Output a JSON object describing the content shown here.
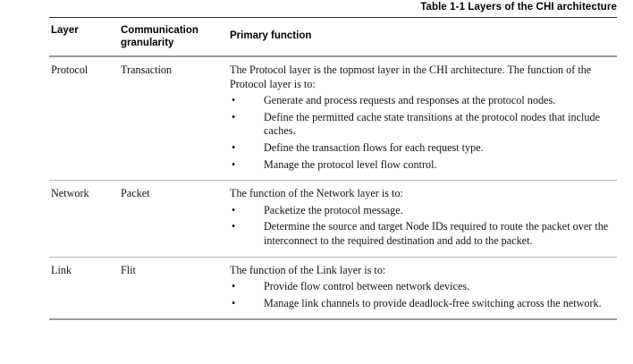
{
  "caption": "Table 1-1 Layers of the CHI architecture",
  "table": {
    "headers": {
      "layer": "Layer",
      "granularity": "Communication granularity",
      "function": "Primary function"
    },
    "rows": [
      {
        "layer": "Protocol",
        "granularity": "Transaction",
        "intro": "The Protocol layer is the topmost layer in the CHI architecture. The function of the Protocol layer is to:",
        "bullet_glyph": "•",
        "bullets": [
          "Generate and process requests and responses at the protocol nodes.",
          "Define the permitted cache state transitions at the protocol nodes that include caches.",
          "Define the transaction flows for each request type.",
          "Manage the protocol level flow control."
        ]
      },
      {
        "layer": "Network",
        "granularity": "Packet",
        "intro": "The function of the Network layer is to:",
        "bullet_glyph": "•",
        "bullets": [
          "Packetize the protocol message.",
          "Determine the source and target Node IDs required to route the packet over the interconnect to the required destination and add to the packet."
        ]
      },
      {
        "layer": "Link",
        "granularity": "Flit",
        "intro": "The function of the Link layer is to:",
        "bullet_glyph": "•",
        "bullets": [
          "Provide flow control between network devices.",
          "Manage link channels to provide deadlock-free switching across the network."
        ]
      }
    ]
  },
  "colors": {
    "page_background": "#ffffff",
    "text": "#000000",
    "body_text": "#141414",
    "rule_top": "#2e2e33",
    "rule_header": "#9a9a9a",
    "rule_row": "#b9b9b9"
  }
}
